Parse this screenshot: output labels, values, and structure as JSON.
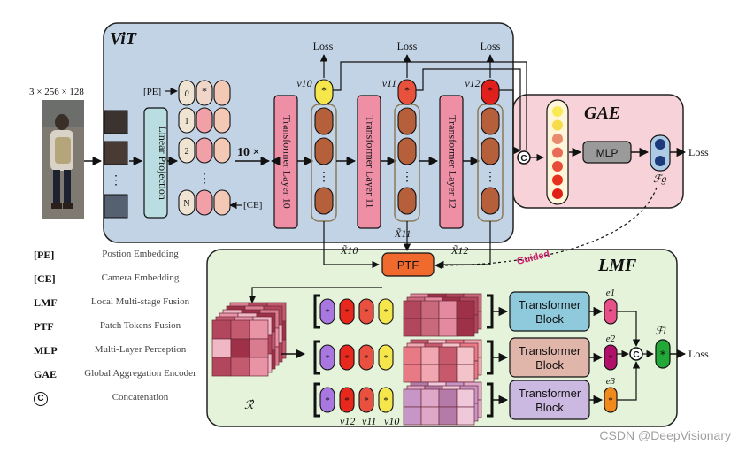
{
  "vit": {
    "title": "ViT",
    "input_size": "3 × 256 × 128",
    "linear_projection": "Linear Projection",
    "pe_tag": "[PE]",
    "ce_tag": "[CE]",
    "token_indices": [
      "0",
      "1",
      "2",
      "N"
    ],
    "repeat": "10 ×",
    "layers": [
      "Transformer Layer 10",
      "Transformer Layer 11",
      "Transformer Layer 12"
    ],
    "cls_labels": [
      "v10",
      "v11",
      "v12"
    ],
    "patch_labels": [
      "X̃10",
      "X̃11",
      "X̃12"
    ],
    "loss": "Loss",
    "star": "*",
    "dots": "⋮"
  },
  "gae": {
    "title": "GAE",
    "mlp": "MLP",
    "concat": "C",
    "out_label": "ℱg",
    "loss": "Loss"
  },
  "guided": "Guided",
  "ptf": "PTF",
  "lmf": {
    "title": "LMF",
    "r_label": "ℛ̂",
    "blocks": [
      "Transformer Block",
      "Transformer Block",
      "Transformer Block"
    ],
    "e_labels": [
      "e1",
      "e2",
      "e3"
    ],
    "bottom_labels": [
      "v12",
      "v11",
      "v10"
    ],
    "final_label": "ℱl",
    "loss": "Loss"
  },
  "legend": [
    {
      "key": "[PE]",
      "value": "Postion Embedding"
    },
    {
      "key": "[CE]",
      "value": "Camera Embedding"
    },
    {
      "key": "LMF",
      "value": "Local Multi-stage Fusion"
    },
    {
      "key": "PTF",
      "value": "Patch Tokens Fusion"
    },
    {
      "key": "MLP",
      "value": "Multi-Layer Perception"
    },
    {
      "key": "GAE",
      "value": "Global Aggregation Encoder"
    },
    {
      "key": "C",
      "value": "Concatenation"
    }
  ],
  "watermark": "CSDN @DeepVisionary",
  "colors": {
    "vit_bg": "#c3d3e6",
    "gae_bg": "#f7d3d9",
    "lmf_bg": "#e4f3d9",
    "layer": "#ef8fa6",
    "projection": "#b9dde0",
    "token_brown": "#b5603a",
    "ptf": "#f06a2e",
    "mlp": "#9a9a9a",
    "block_blue": "#8ec9dc",
    "block_rose": "#e0b5aa",
    "block_lilac": "#cbb9e2",
    "final_green": "#22a836"
  }
}
